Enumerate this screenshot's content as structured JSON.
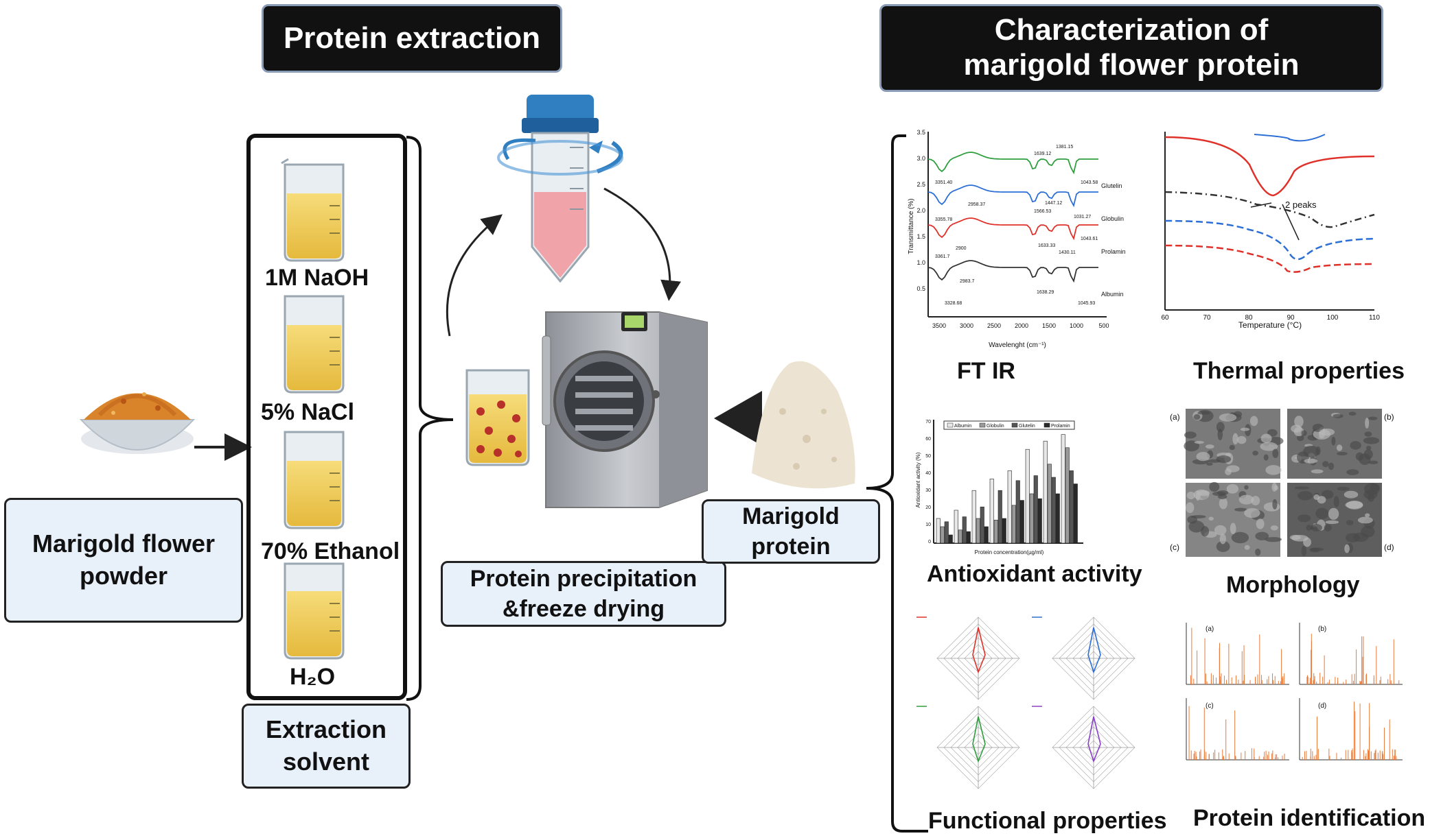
{
  "titles": {
    "extraction": "Protein extraction",
    "characterization_line1": "Characterization of",
    "characterization_line2": "marigold flower protein"
  },
  "source": {
    "line1": "Marigold flower",
    "line2": "powder"
  },
  "solvents": [
    "1M NaOH",
    "5% NaCl",
    "70% Ethanol",
    "H₂O"
  ],
  "solvent_box": {
    "line1": "Extraction",
    "line2": "solvent"
  },
  "process_box": {
    "line1": "Protein precipitation",
    "line2": "&freeze drying"
  },
  "product_box": {
    "line1": "Marigold",
    "line2": "protein"
  },
  "panels": {
    "ftir": "FT IR",
    "thermal": "Thermal properties",
    "antioxidant": "Antioxidant activity",
    "morphology": "Morphology",
    "functional": "Functional properties",
    "identification": "Protein identification"
  },
  "ftir_chart": {
    "xlabel": "Wavelenght (cm⁻¹)",
    "ylabel": "Transmittance (%)",
    "x_ticks": [
      "3500",
      "3000",
      "2500",
      "2000",
      "1500",
      "1000",
      "500"
    ],
    "y_ticks": [
      "3.5",
      "3.0",
      "2.5",
      "2.0",
      "1.5",
      "1.0",
      "0.5"
    ],
    "series": [
      "Glutelin",
      "Globulin",
      "Prolamin",
      "Albumin"
    ],
    "peaks": [
      "3351.40",
      "1639.12",
      "1381.15",
      "1043.58",
      "2958.37",
      "3355.78",
      "1447.12",
      "1566.53",
      "1031.27",
      "3361.7",
      "2900",
      "1633.33",
      "1430.11",
      "1043.61",
      "2983.7",
      "3328.68",
      "1638.29",
      "1045.93"
    ],
    "colors": [
      "#2e9e3e",
      "#2b6fd6",
      "#e0302a",
      "#333333"
    ]
  },
  "thermal_chart": {
    "xlabel": "Temperature (°C)",
    "x_ticks": [
      "60",
      "70",
      "80",
      "90",
      "100",
      "110"
    ],
    "annotation": "2 peaks"
  },
  "antioxidant_chart": {
    "ylabel": "Antioxidant activity (%)",
    "xlabel": "Protein concentration(µg/ml)",
    "y_ticks": [
      "70",
      "60",
      "50",
      "40",
      "30",
      "20",
      "10",
      "0"
    ],
    "legend": [
      "Albumin",
      "Globulin",
      "Glutelin",
      "Prolamin"
    ]
  },
  "morphology_labels": [
    "(a)",
    "(b)",
    "(c)",
    "(d)"
  ],
  "identification_labels": [
    "(a)",
    "(b)",
    "(c)",
    "(d)"
  ]
}
